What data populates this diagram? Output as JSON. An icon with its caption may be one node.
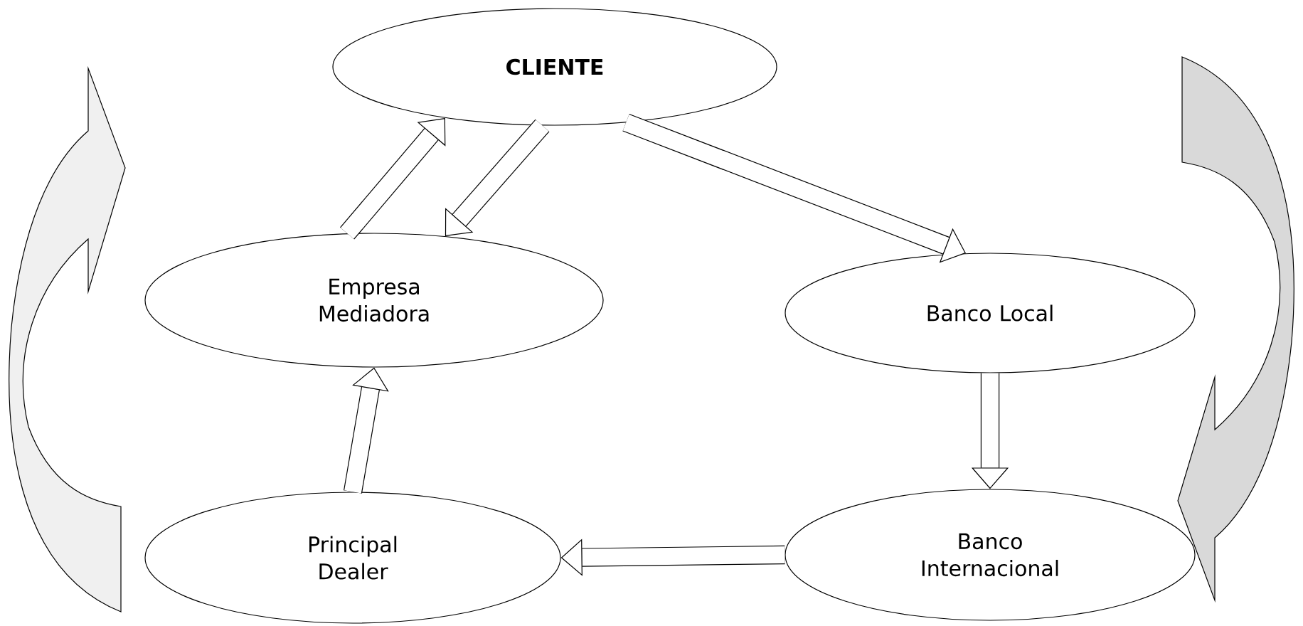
{
  "diagram": {
    "nodes": [
      {
        "text": [
          "CLIENTE"
        ]
      },
      {
        "text": [
          "Empresa Mediadora"
        ]
      },
      {
        "text": [
          "Banco Local"
        ]
      },
      {
        "text": [
          "Principal Dealer"
        ]
      },
      {
        "text": [
          "Banco Internacional"
        ]
      }
    ],
    "edges": [
      {
        "from": 1,
        "to": 0,
        "arrow": "to"
      },
      {
        "from": 0,
        "to": 1,
        "arrow": "to"
      },
      {
        "from": 0,
        "to": 2,
        "arrow": "to"
      },
      {
        "from": 2,
        "to": 4,
        "arrow": "to"
      },
      {
        "from": 4,
        "to": 3,
        "arrow": "to"
      },
      {
        "from": 3,
        "to": 1,
        "arrow": "to"
      }
    ]
  }
}
